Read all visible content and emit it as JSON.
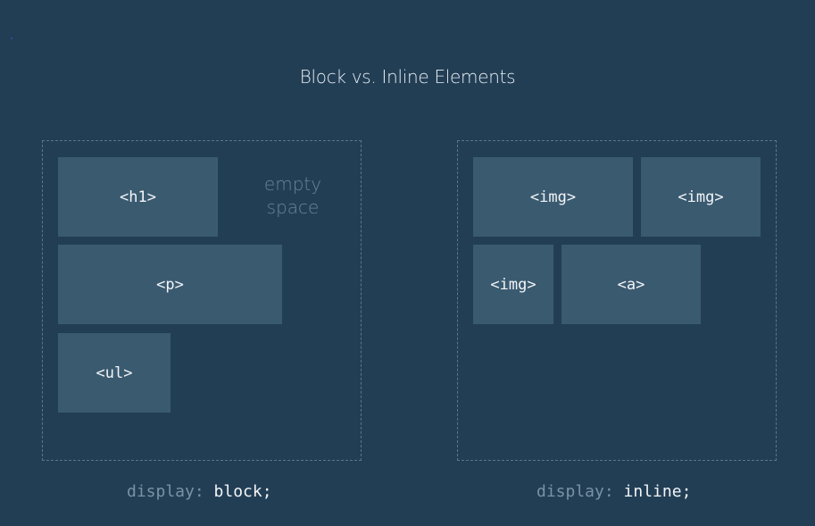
{
  "title": "Block vs. Inline Elements",
  "block": {
    "elements": [
      "<h1>",
      "<p>",
      "<ul>"
    ],
    "empty_label_1": "empty",
    "empty_label_2": "space",
    "caption_prop": "display:",
    "caption_value": "block;"
  },
  "inline": {
    "elements": [
      "<img>",
      "<img>",
      "<img>",
      "<a>"
    ],
    "caption_prop": "display:",
    "caption_value": "inline;"
  },
  "colors": {
    "background": "#223e55",
    "box": "#3a5a70",
    "frame_border": "#5d7589"
  }
}
